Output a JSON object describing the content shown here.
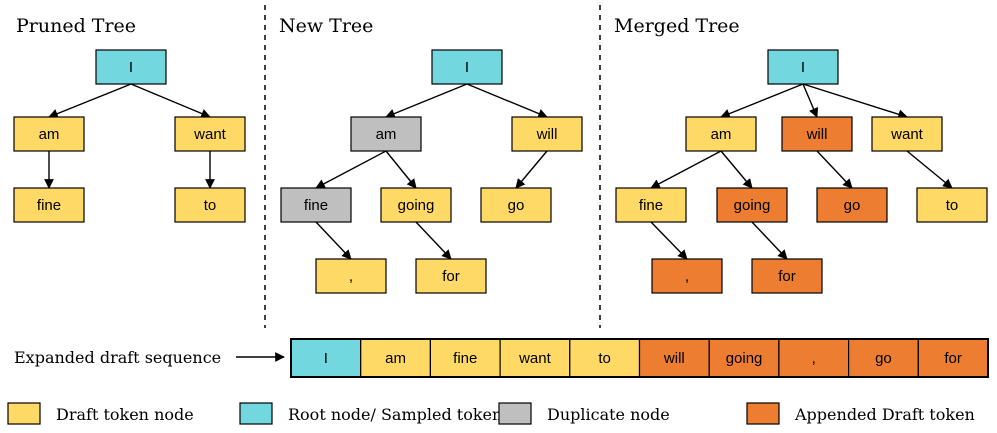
{
  "colors": {
    "draft": "#FFD966",
    "root": "#73D7E0",
    "duplicate": "#BFBFBF",
    "appended": "#ED7D31"
  },
  "titles": {
    "pruned": "Pruned Tree",
    "new": "New Tree",
    "merged": "Merged Tree"
  },
  "trees": {
    "pruned": {
      "nodes": [
        {
          "id": "p_I",
          "label": "I",
          "type": "root"
        },
        {
          "id": "p_am",
          "label": "am",
          "type": "draft"
        },
        {
          "id": "p_want",
          "label": "want",
          "type": "draft"
        },
        {
          "id": "p_fine",
          "label": "fine",
          "type": "draft"
        },
        {
          "id": "p_to",
          "label": "to",
          "type": "draft"
        }
      ],
      "edges": [
        [
          "p_I",
          "p_am"
        ],
        [
          "p_I",
          "p_want"
        ],
        [
          "p_am",
          "p_fine"
        ],
        [
          "p_want",
          "p_to"
        ]
      ]
    },
    "new": {
      "nodes": [
        {
          "id": "n_I",
          "label": "I",
          "type": "root"
        },
        {
          "id": "n_am",
          "label": "am",
          "type": "duplicate"
        },
        {
          "id": "n_will",
          "label": "will",
          "type": "draft"
        },
        {
          "id": "n_fine",
          "label": "fine",
          "type": "duplicate"
        },
        {
          "id": "n_going",
          "label": "going",
          "type": "draft"
        },
        {
          "id": "n_go",
          "label": "go",
          "type": "draft"
        },
        {
          "id": "n_comma",
          "label": ",",
          "type": "draft"
        },
        {
          "id": "n_for",
          "label": "for",
          "type": "draft"
        }
      ],
      "edges": [
        [
          "n_I",
          "n_am"
        ],
        [
          "n_I",
          "n_will"
        ],
        [
          "n_am",
          "n_fine"
        ],
        [
          "n_am",
          "n_going"
        ],
        [
          "n_will",
          "n_go"
        ],
        [
          "n_fine",
          "n_comma"
        ],
        [
          "n_going",
          "n_for"
        ]
      ]
    },
    "merged": {
      "nodes": [
        {
          "id": "m_I",
          "label": "I",
          "type": "root"
        },
        {
          "id": "m_am",
          "label": "am",
          "type": "draft"
        },
        {
          "id": "m_will",
          "label": "will",
          "type": "appended"
        },
        {
          "id": "m_want",
          "label": "want",
          "type": "draft"
        },
        {
          "id": "m_fine",
          "label": "fine",
          "type": "draft"
        },
        {
          "id": "m_going",
          "label": "going",
          "type": "appended"
        },
        {
          "id": "m_go",
          "label": "go",
          "type": "appended"
        },
        {
          "id": "m_to",
          "label": "to",
          "type": "draft"
        },
        {
          "id": "m_comma",
          "label": ",",
          "type": "appended"
        },
        {
          "id": "m_for",
          "label": "for",
          "type": "appended"
        }
      ],
      "edges": [
        [
          "m_I",
          "m_am"
        ],
        [
          "m_I",
          "m_will"
        ],
        [
          "m_I",
          "m_want"
        ],
        [
          "m_am",
          "m_fine"
        ],
        [
          "m_am",
          "m_going"
        ],
        [
          "m_will",
          "m_go"
        ],
        [
          "m_want",
          "m_to"
        ],
        [
          "m_fine",
          "m_comma"
        ],
        [
          "m_going",
          "m_for"
        ]
      ]
    }
  },
  "sequence": {
    "label": "Expanded draft sequence",
    "cells": [
      {
        "label": "I",
        "type": "root"
      },
      {
        "label": "am",
        "type": "draft"
      },
      {
        "label": "fine",
        "type": "draft"
      },
      {
        "label": "want",
        "type": "draft"
      },
      {
        "label": "to",
        "type": "draft"
      },
      {
        "label": "will",
        "type": "appended"
      },
      {
        "label": "going",
        "type": "appended"
      },
      {
        "label": ",",
        "type": "appended"
      },
      {
        "label": "go",
        "type": "appended"
      },
      {
        "label": "for",
        "type": "appended"
      }
    ]
  },
  "legend": [
    {
      "label": "Draft token node",
      "type": "draft"
    },
    {
      "label": "Root node/ Sampled token",
      "type": "root"
    },
    {
      "label": "Duplicate node",
      "type": "duplicate"
    },
    {
      "label": "Appended Draft token",
      "type": "appended"
    }
  ]
}
